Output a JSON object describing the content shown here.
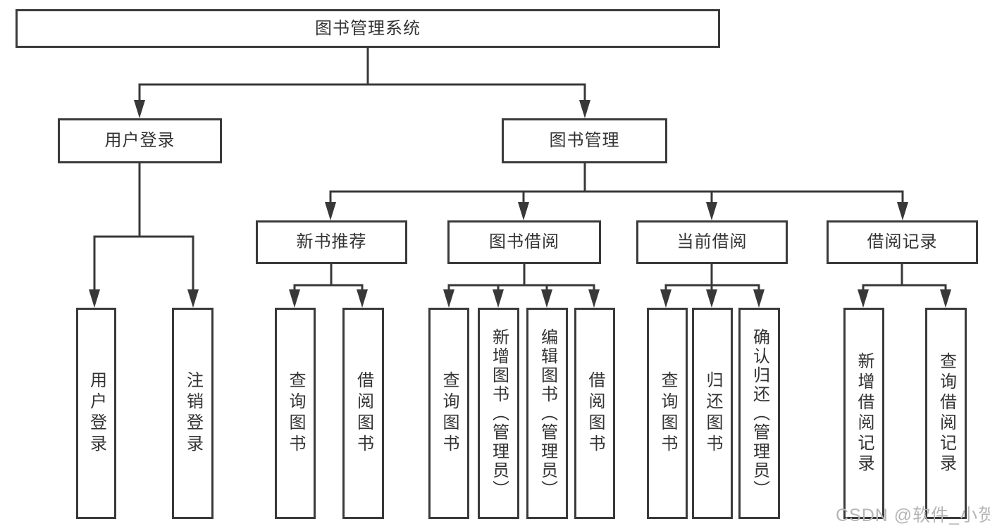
{
  "tree": {
    "root": "图书管理系统",
    "children": [
      {
        "label": "用户登录",
        "children": [
          "用户登录",
          "注销登录"
        ]
      },
      {
        "label": "图书管理",
        "children": [
          {
            "label": "新书推荐",
            "children": [
              "查询图书",
              "借阅图书"
            ]
          },
          {
            "label": "图书借阅",
            "children": [
              "查询图书",
              "新增图书（管理员）",
              "编辑图书（管理员）",
              "借阅图书"
            ]
          },
          {
            "label": "当前借阅",
            "children": [
              "查询图书",
              "归还图书",
              "确认归还（管理员）"
            ]
          },
          {
            "label": "借阅记录",
            "children": [
              "新增借阅记录",
              "查询借阅记录"
            ]
          }
        ]
      }
    ]
  },
  "watermark": "CSDN @软件_小贺同学",
  "colors": {
    "line": "#383838",
    "border": "#3a3a3a",
    "text": "#333333",
    "watermark": "#b5b5b5",
    "background": "#ffffff"
  }
}
